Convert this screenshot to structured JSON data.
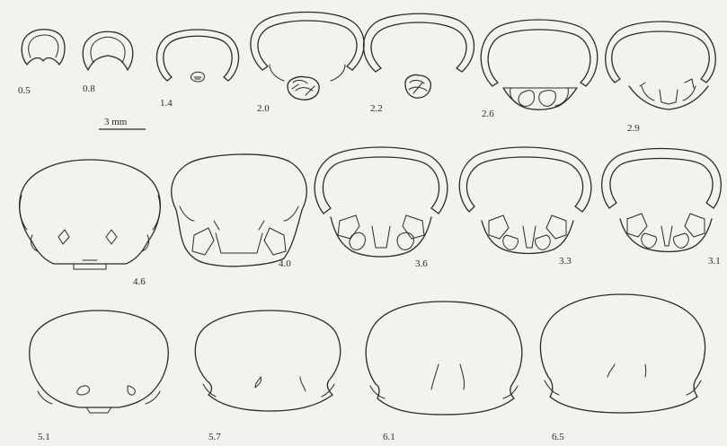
{
  "labels": [
    "0.5",
    "0.8",
    "1.4",
    "2.0",
    "2.2",
    "2.6",
    "2.9",
    "4.6",
    "4.0",
    "3.6",
    "3.3",
    "3.1",
    "5.1",
    "5.7",
    "6.1",
    "6.5"
  ],
  "scale_bar": {
    "label": "3 mm"
  }
}
